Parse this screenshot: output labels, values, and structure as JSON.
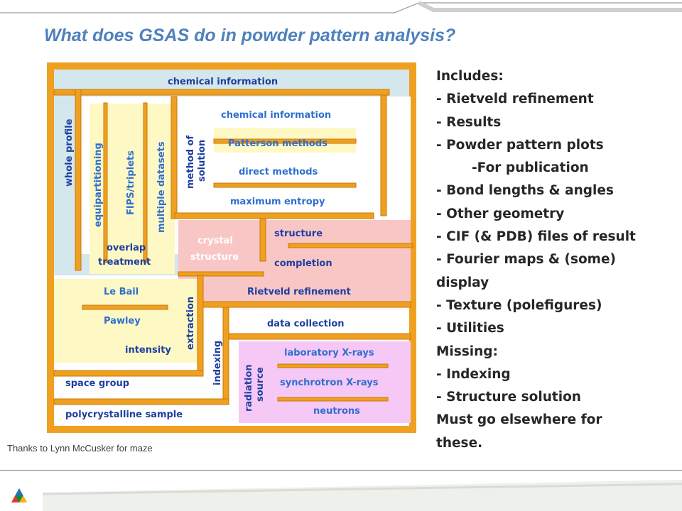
{
  "slide": {
    "title": "What does GSAS do in powder pattern analysis?",
    "credit": "Thanks to Lynn McCusker for maze"
  },
  "maze": {
    "chemical_information_outer": "chemical information",
    "whole_profile": "whole profile",
    "equipartitioning": "equipartitioning",
    "fips_triplets": "FIPS/triplets",
    "multiple_datasets": "multiple datasets",
    "method_of": "method of",
    "solution": "solution",
    "chemical_information_inner": "chemical information",
    "patterson_methods": "Patterson methods",
    "direct_methods": "direct methods",
    "maximum_entropy": "maximum entropy",
    "overlap": "overlap",
    "treatment": "treatment",
    "crystal": "crystal",
    "structure_word": "structure",
    "structure_completion_top": "structure",
    "completion": "completion",
    "rietveld_refinement": "Rietveld refinement",
    "le_bail": "Le Bail",
    "pawley": "Pawley",
    "intensity": "intensity",
    "extraction": "extraction",
    "indexing": "indexing",
    "data_collection": "data collection",
    "radiation": "radiation",
    "source": "source",
    "laboratory_xrays": "laboratory X-rays",
    "synchrotron_xrays": "synchrotron X-rays",
    "neutrons": "neutrons",
    "space_group": "space group",
    "polycrystalline_sample": "polycrystalline sample"
  },
  "includes": {
    "heading": "Includes:",
    "items": [
      "- Rietveld refinement",
      "- Results",
      "- Powder pattern plots",
      "-For publication",
      "- Bond lengths & angles",
      "- Other geometry",
      "- CIF (& PDB) files of result",
      "- Fourier maps & (some)",
      "display",
      "- Texture (polefigures)",
      "- Utilities"
    ]
  },
  "missing": {
    "heading": "Missing:",
    "items": [
      "- Indexing",
      "- Structure solution"
    ],
    "note_line1": "Must go elsewhere for",
    "note_line2": "these."
  },
  "colors": {
    "title": "#4f81bd",
    "wall": "#f0a020",
    "blue_region": "#d4e7ec",
    "yellow_region": "#fdf8c4",
    "pink_region": "#f9c6c6",
    "magenta_region": "#f6c8f6",
    "footer_band": "#eef0ec"
  }
}
